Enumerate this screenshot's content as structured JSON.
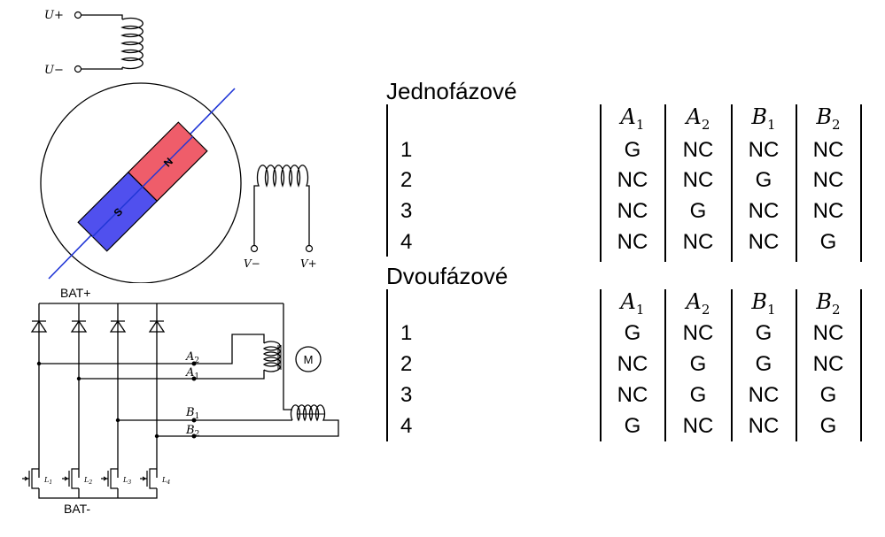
{
  "stator": {
    "coil_top_terminals": [
      "U+",
      "U−"
    ],
    "coil_right_terminals": [
      "V−",
      "V+"
    ],
    "magnet_poles": [
      "N",
      "S"
    ],
    "colors": {
      "north": "#ef5d6a",
      "south": "#5050ee",
      "axis": "#1f35d6"
    }
  },
  "circuit": {
    "supply_top": "BAT+",
    "supply_bottom": "BAT-",
    "motor_label": "M",
    "node_labels": {
      "a2": {
        "letter": "A",
        "sub": "2"
      },
      "a1": {
        "letter": "A",
        "sub": "1"
      },
      "b1": {
        "letter": "B",
        "sub": "1"
      },
      "b2": {
        "letter": "B",
        "sub": "2"
      }
    },
    "transistor_labels": [
      {
        "letter": "L",
        "sub": "1"
      },
      {
        "letter": "L",
        "sub": "2"
      },
      {
        "letter": "L",
        "sub": "3"
      },
      {
        "letter": "L",
        "sub": "4"
      }
    ]
  },
  "tables": [
    {
      "title": "Jednofázové",
      "columns": [
        {
          "letter": "A",
          "sub": "1"
        },
        {
          "letter": "A",
          "sub": "2"
        },
        {
          "letter": "B",
          "sub": "1"
        },
        {
          "letter": "B",
          "sub": "2"
        }
      ],
      "rows": [
        {
          "step": "1",
          "values": [
            "G",
            "NC",
            "NC",
            "NC"
          ]
        },
        {
          "step": "2",
          "values": [
            "NC",
            "NC",
            "G",
            "NC"
          ]
        },
        {
          "step": "3",
          "values": [
            "NC",
            "G",
            "NC",
            "NC"
          ]
        },
        {
          "step": "4",
          "values": [
            "NC",
            "NC",
            "NC",
            "G"
          ]
        }
      ]
    },
    {
      "title": "Dvoufázové",
      "columns": [
        {
          "letter": "A",
          "sub": "1"
        },
        {
          "letter": "A",
          "sub": "2"
        },
        {
          "letter": "B",
          "sub": "1"
        },
        {
          "letter": "B",
          "sub": "2"
        }
      ],
      "rows": [
        {
          "step": "1",
          "values": [
            "G",
            "NC",
            "G",
            "NC"
          ]
        },
        {
          "step": "2",
          "values": [
            "NC",
            "G",
            "G",
            "NC"
          ]
        },
        {
          "step": "3",
          "values": [
            "NC",
            "G",
            "NC",
            "G"
          ]
        },
        {
          "step": "4",
          "values": [
            "G",
            "NC",
            "NC",
            "G"
          ]
        }
      ]
    }
  ]
}
